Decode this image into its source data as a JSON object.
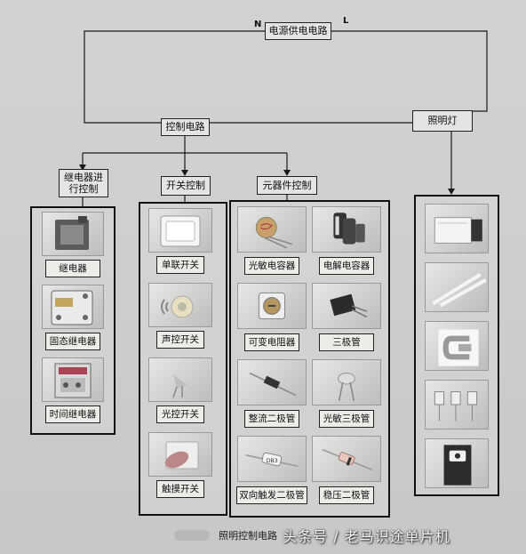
{
  "top": {
    "power_supply": "电源供电电路",
    "pole_n": "N",
    "pole_l": "L"
  },
  "mid": {
    "control_circuit": "控制电路",
    "lamp": "照明灯"
  },
  "branches": {
    "relay_control": "继电器进行控制",
    "switch_control": "开关控制",
    "component_control": "元器件控制"
  },
  "relays": [
    {
      "label": "继电器",
      "icon": "relay-icon"
    },
    {
      "label": "固态继电器",
      "icon": "solid-state-relay-icon"
    },
    {
      "label": "时间继电器",
      "icon": "time-relay-icon"
    }
  ],
  "switches": [
    {
      "label": "单联开关",
      "icon": "wall-switch-icon"
    },
    {
      "label": "声控开关",
      "icon": "sound-switch-icon"
    },
    {
      "label": "光控开关",
      "icon": "light-switch-icon"
    },
    {
      "label": "触摸开关",
      "icon": "touch-switch-icon"
    }
  ],
  "components": [
    {
      "label": "光敏电容器",
      "icon": "photo-capacitor-icon"
    },
    {
      "label": "电解电容器",
      "icon": "electrolytic-capacitor-icon"
    },
    {
      "label": "可变电阻器",
      "icon": "variable-resistor-icon"
    },
    {
      "label": "三极管",
      "icon": "transistor-icon"
    },
    {
      "label": "整流二极管",
      "icon": "rectifier-diode-icon"
    },
    {
      "label": "光敏三极管",
      "icon": "phototransistor-icon"
    },
    {
      "label": "双向触发二极管",
      "icon": "diac-icon"
    },
    {
      "label": "稳压二极管",
      "icon": "zener-diode-icon"
    }
  ],
  "lamps": [
    {
      "icon": "lamp-fixture-icon"
    },
    {
      "icon": "fluorescent-tube-icon"
    },
    {
      "icon": "ring-lamp-icon"
    },
    {
      "icon": "led-bulbs-icon"
    },
    {
      "icon": "ballast-icon"
    }
  ],
  "component_marking": "DB3",
  "caption": "照明控制电路",
  "watermark": "头条号 / 老马识途单片机"
}
